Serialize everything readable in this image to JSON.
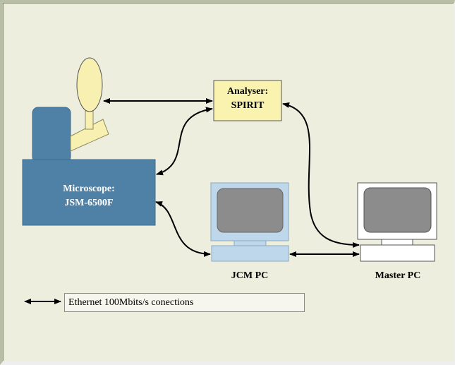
{
  "nodes": {
    "microscope": {
      "line1": "Microscope:",
      "line2": "JSM-6500F"
    },
    "analyser": {
      "line1": "Analyser:",
      "line2": "SPIRIT"
    },
    "jcm_pc": {
      "label": "JCM PC"
    },
    "master_pc": {
      "label": "Master PC"
    }
  },
  "legend": {
    "text": "Ethernet 100Mbits/s conections"
  },
  "colors": {
    "background": "#edeedd",
    "microscope_fill": "#4f81a6",
    "analyser_fill": "#faf3b0",
    "jcm_pc_fill": "#bfd7ea",
    "master_pc_fill": "#ffffff",
    "screen_fill": "#8c8c8c",
    "detector_fill": "#f7f0b1"
  },
  "connections": [
    {
      "from": "microscope-detector",
      "to": "analyser",
      "type": "bidirectional"
    },
    {
      "from": "microscope",
      "to": "analyser",
      "type": "bidirectional"
    },
    {
      "from": "microscope",
      "to": "jcm-pc",
      "type": "bidirectional"
    },
    {
      "from": "jcm-pc",
      "to": "master-pc",
      "type": "bidirectional"
    },
    {
      "from": "analyser",
      "to": "master-pc",
      "type": "bidirectional"
    }
  ]
}
